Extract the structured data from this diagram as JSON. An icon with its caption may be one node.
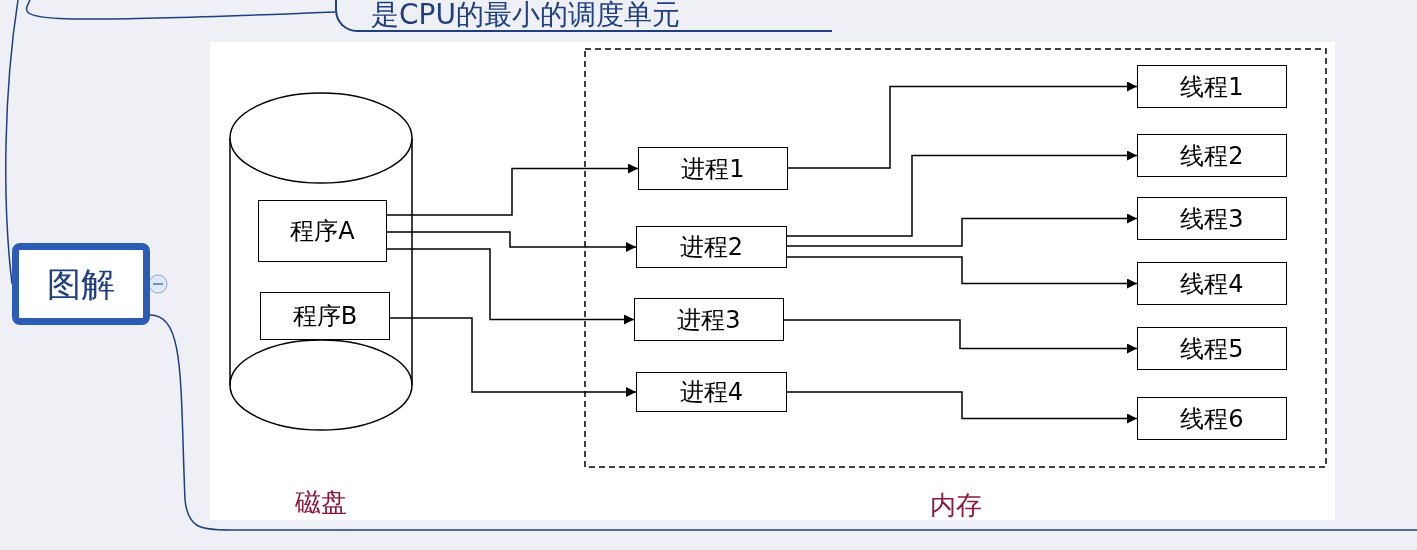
{
  "diagram": {
    "nodes": [
      {
        "text": [
          "图解"
        ]
      },
      {
        "text": [
          "是CPU的最小的调度单元"
        ]
      },
      {
        "text": [
          "磁盘"
        ]
      },
      {
        "text": [
          "程序A"
        ],
        "in": 2
      },
      {
        "text": [
          "程序B"
        ],
        "in": 2
      },
      {
        "text": [
          "内存"
        ]
      },
      {
        "text": [
          "进程1"
        ],
        "in": 5
      },
      {
        "text": [
          "进程2"
        ],
        "in": 5
      },
      {
        "text": [
          "进程3"
        ],
        "in": 5
      },
      {
        "text": [
          "进程4"
        ],
        "in": 5
      },
      {
        "text": [
          "线程1"
        ],
        "in": 5
      },
      {
        "text": [
          "线程2"
        ],
        "in": 5
      },
      {
        "text": [
          "线程3"
        ],
        "in": 5
      },
      {
        "text": [
          "线程4"
        ],
        "in": 5
      },
      {
        "text": [
          "线程5"
        ],
        "in": 5
      },
      {
        "text": [
          "线程6"
        ],
        "in": 5
      }
    ],
    "edges": [
      {
        "from": 3,
        "to": 6,
        "arrow": "to"
      },
      {
        "from": 3,
        "to": 7,
        "arrow": "to"
      },
      {
        "from": 3,
        "to": 8,
        "arrow": "to"
      },
      {
        "from": 4,
        "to": 9,
        "arrow": "to"
      },
      {
        "from": 6,
        "to": 10,
        "arrow": "to"
      },
      {
        "from": 7,
        "to": 11,
        "arrow": "to"
      },
      {
        "from": 7,
        "to": 12,
        "arrow": "to"
      },
      {
        "from": 7,
        "to": 13,
        "arrow": "to"
      },
      {
        "from": 8,
        "to": 14,
        "arrow": "to"
      },
      {
        "from": 9,
        "to": 15,
        "arrow": "to"
      },
      {
        "from": null,
        "to": 0,
        "arrow": "none",
        "color": "#1f3f7f"
      },
      {
        "from": null,
        "to": 1,
        "arrow": "none",
        "color": "#1f3f7f"
      }
    ]
  }
}
